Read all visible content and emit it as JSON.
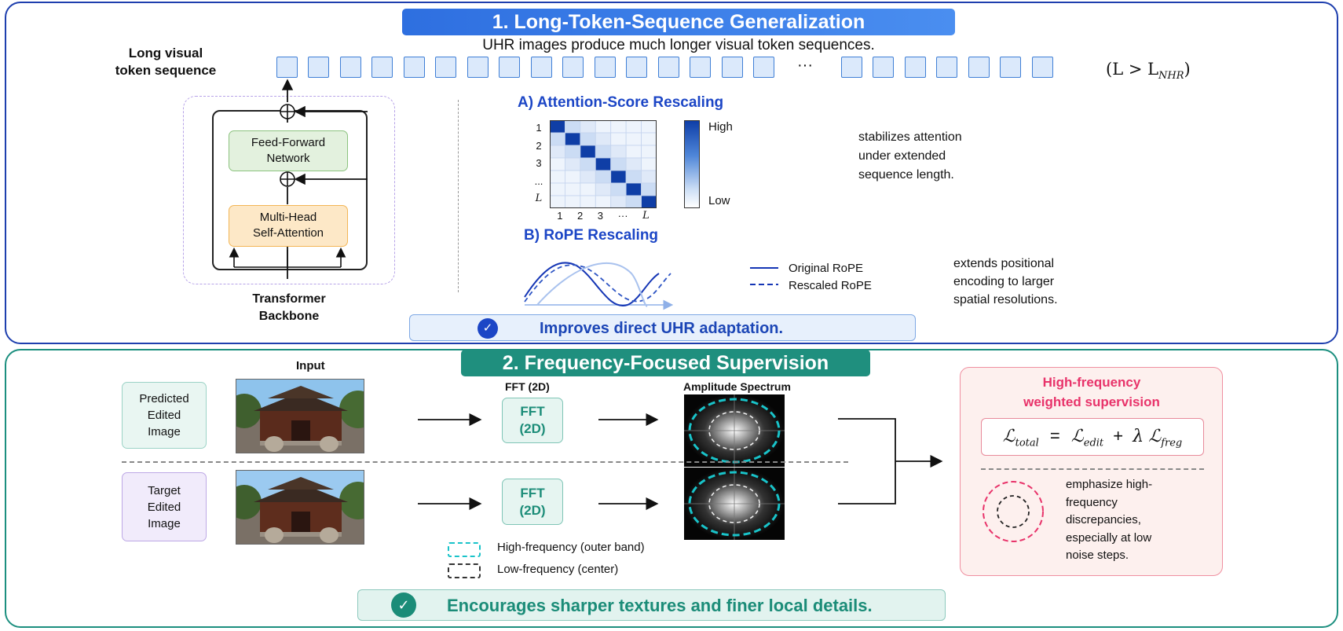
{
  "section1": {
    "title": "1. Long-Token-Sequence Generalization",
    "subtitle": "UHR images produce much longer visual token sequences.",
    "token_label": "Long visual\ntoken sequence",
    "ellipsis": "···",
    "length_condition": "(L > L",
    "length_sub": "NHR",
    "length_close": ")",
    "backbone": {
      "ffn": "Feed-Forward\nNetwork",
      "mhsa": "Multi-Head\nSelf-Attention",
      "label": "Transformer\nBackbone"
    },
    "attention": {
      "title": "A) Attention-Score Rescaling",
      "row_labels": [
        "1",
        "2",
        "3",
        "...",
        "L"
      ],
      "col_labels": [
        "1",
        "2",
        "3",
        "···",
        "L"
      ],
      "colorbar_high": "High",
      "colorbar_low": "Low",
      "note": "stabilizes attention\nunder extended\nsequence length."
    },
    "rope": {
      "title": "B) RoPE Rescaling",
      "legend_original": "Original RoPE",
      "legend_rescaled": "Rescaled RoPE",
      "note": "extends positional\nencoding to larger\nspatial resolutions."
    },
    "banner": "Improves direct UHR adaptation."
  },
  "section2": {
    "title": "2. Frequency-Focused Supervision",
    "input_label": "Input",
    "predicted_label": "Predicted\nEdited\nImage",
    "target_label": "Target\nEdited\nImage",
    "fft_header": "FFT (2D)",
    "fft_box": "FFT\n(2D)",
    "amplitude_header": "Amplitude Spectrum",
    "legend_high": "High-frequency (outer band)",
    "legend_low": "Low-frequency (center)",
    "hf": {
      "title": "High-frequency\nweighted supervision",
      "loss": {
        "total": "total",
        "edit": "edit",
        "lambda": "λ",
        "freq": "freg"
      },
      "note": "emphasize high-\nfrequency\ndiscrepancies,\nespecially at low\nnoise steps."
    },
    "banner": "Encourages sharper textures and finer local details."
  },
  "colors": {
    "blue_border": "#1e3fae",
    "teal_border": "#1c8f7f",
    "cyan_ring": "#19c3c9",
    "pink": "#e8336a"
  }
}
